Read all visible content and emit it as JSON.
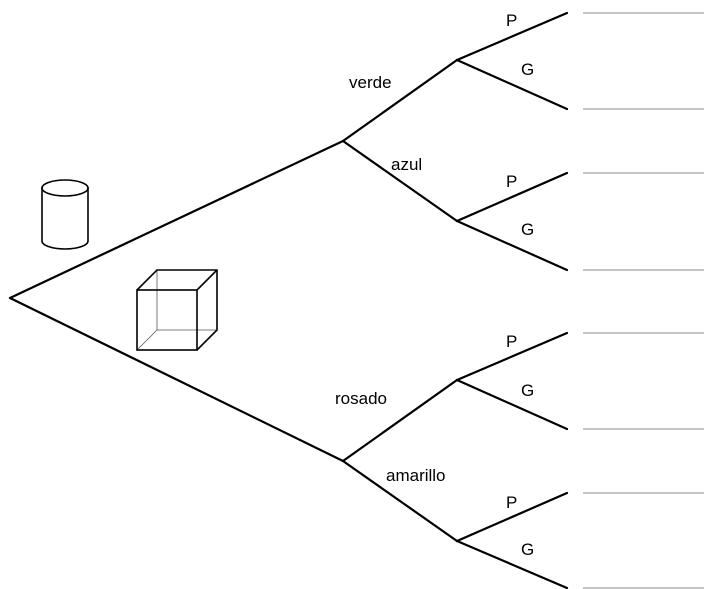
{
  "tree": {
    "first_level": {
      "shapes": [
        {
          "name": "cylinder",
          "icon": "cylinder-icon"
        },
        {
          "name": "cube",
          "icon": "cube-icon"
        }
      ]
    },
    "second_level": {
      "upper": [
        "verde",
        "azul"
      ],
      "lower": [
        "rosado",
        "amarillo"
      ]
    },
    "third_level": [
      "P",
      "G"
    ],
    "outcomes": [
      {
        "answer": ""
      },
      {
        "answer": ""
      },
      {
        "answer": ""
      },
      {
        "answer": ""
      },
      {
        "answer": ""
      },
      {
        "answer": ""
      },
      {
        "answer": ""
      },
      {
        "answer": ""
      }
    ]
  }
}
